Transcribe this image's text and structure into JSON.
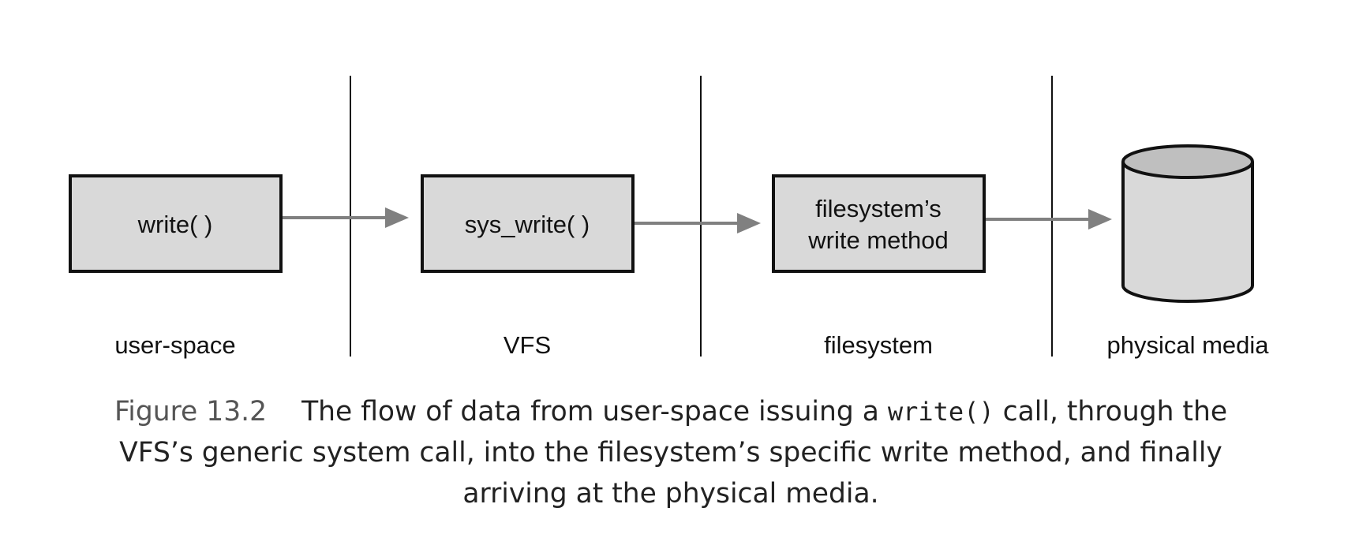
{
  "diagram": {
    "nodes": {
      "write": "write( )",
      "sys_write": "sys_write( )",
      "fs_method_line1": "filesystem’s",
      "fs_method_line2": "write method"
    },
    "zones": {
      "user_space": "user-space",
      "vfs": "VFS",
      "filesystem": "filesystem",
      "physical_media": "physical media"
    },
    "colors": {
      "box_fill": "#d9d9d9",
      "cylinder_top": "#bfbfbf",
      "arrow": "#808080",
      "outline": "#111111"
    }
  },
  "caption": {
    "figure_number": "Figure 13.2",
    "text_before": "The flow of data from user-space issuing a ",
    "code": "write()",
    "text_after": " call, through the VFS’s generic system call, into the filesystem’s specific write method, and finally arriving at the physical media."
  }
}
